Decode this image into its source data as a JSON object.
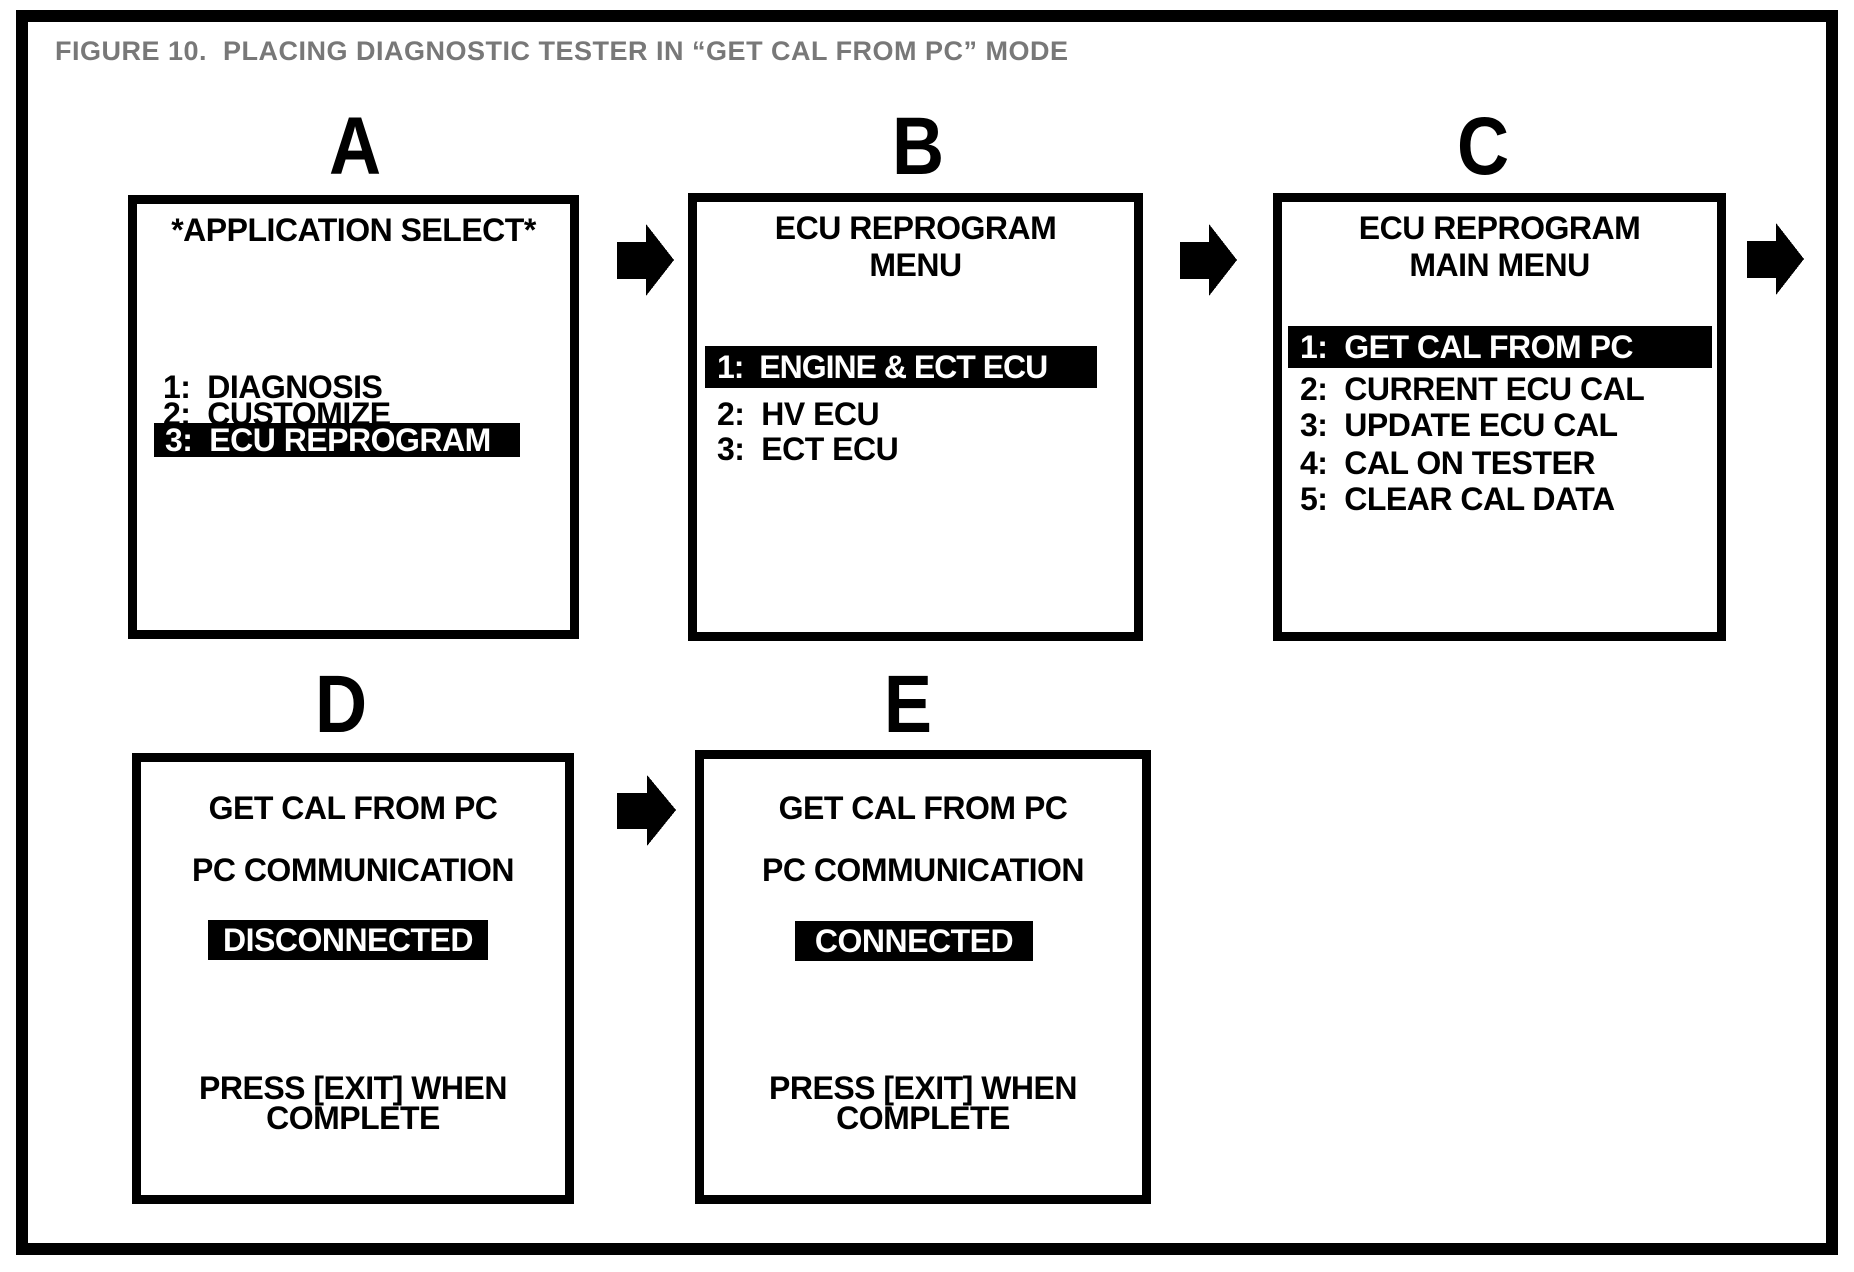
{
  "figure": {
    "title": "FIGURE 10.  PLACING DIAGNOSTIC TESTER IN “GET CAL FROM PC” MODE"
  },
  "colors": {
    "title_gray": "#787878",
    "screen_foreground": "#000000",
    "screen_background": "#ffffff",
    "highlight_background": "#000000",
    "highlight_foreground": "#ffffff"
  },
  "icons": {
    "flow_arrow": "arrow-right-icon"
  },
  "screens": {
    "a": {
      "label": "A",
      "title": "*APPLICATION SELECT*",
      "items": [
        {
          "text": "1:  DIAGNOSIS",
          "highlighted": false
        },
        {
          "text": "2:  CUSTOMIZE",
          "highlighted": false
        },
        {
          "text": "3:  ECU REPROGRAM",
          "highlighted": true
        }
      ]
    },
    "b": {
      "label": "B",
      "title_line1": "ECU REPROGRAM",
      "title_line2": "MENU",
      "items": [
        {
          "text": "1:  ENGINE & ECT ECU",
          "highlighted": true
        },
        {
          "text": "2:  HV ECU",
          "highlighted": false
        },
        {
          "text": "3:  ECT ECU",
          "highlighted": false
        }
      ]
    },
    "c": {
      "label": "C",
      "title_line1": "ECU REPROGRAM",
      "title_line2": "MAIN MENU",
      "items": [
        {
          "text": "1:  GET CAL FROM PC",
          "highlighted": true
        },
        {
          "text": "2:  CURRENT ECU CAL",
          "highlighted": false
        },
        {
          "text": "3:  UPDATE ECU CAL",
          "highlighted": false
        },
        {
          "text": "4:  CAL ON TESTER",
          "highlighted": false
        },
        {
          "text": "5:  CLEAR CAL DATA",
          "highlighted": false
        }
      ]
    },
    "d": {
      "label": "D",
      "line1": "GET CAL FROM PC",
      "line2": "PC COMMUNICATION",
      "status": "DISCONNECTED",
      "line3": "PRESS [EXIT] WHEN",
      "line4": "COMPLETE"
    },
    "e": {
      "label": "E",
      "line1": "GET CAL FROM PC",
      "line2": "PC COMMUNICATION",
      "status": "CONNECTED",
      "line3": "PRESS [EXIT] WHEN",
      "line4": "COMPLETE"
    }
  }
}
